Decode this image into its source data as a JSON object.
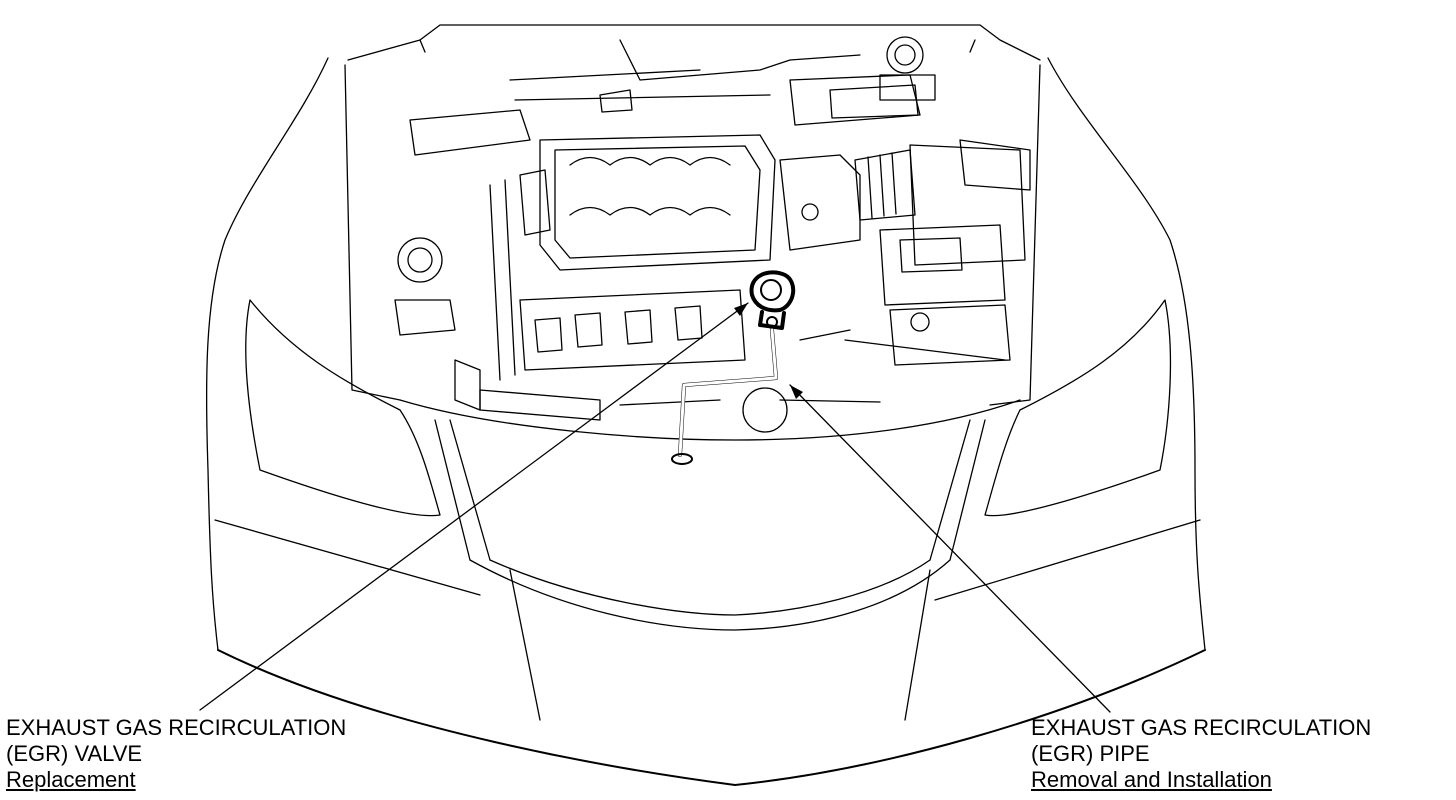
{
  "callouts": {
    "egr_valve": {
      "title_line1": "EXHAUST GAS RECIRCULATION",
      "title_line2": "(EGR) VALVE",
      "link": "Replacement"
    },
    "egr_pipe": {
      "title_line1": "EXHAUST GAS RECIRCULATION",
      "title_line2": "(EGR) PIPE",
      "link": "Removal and Installation"
    }
  },
  "colors": {
    "line": "#000000",
    "background": "#ffffff"
  }
}
